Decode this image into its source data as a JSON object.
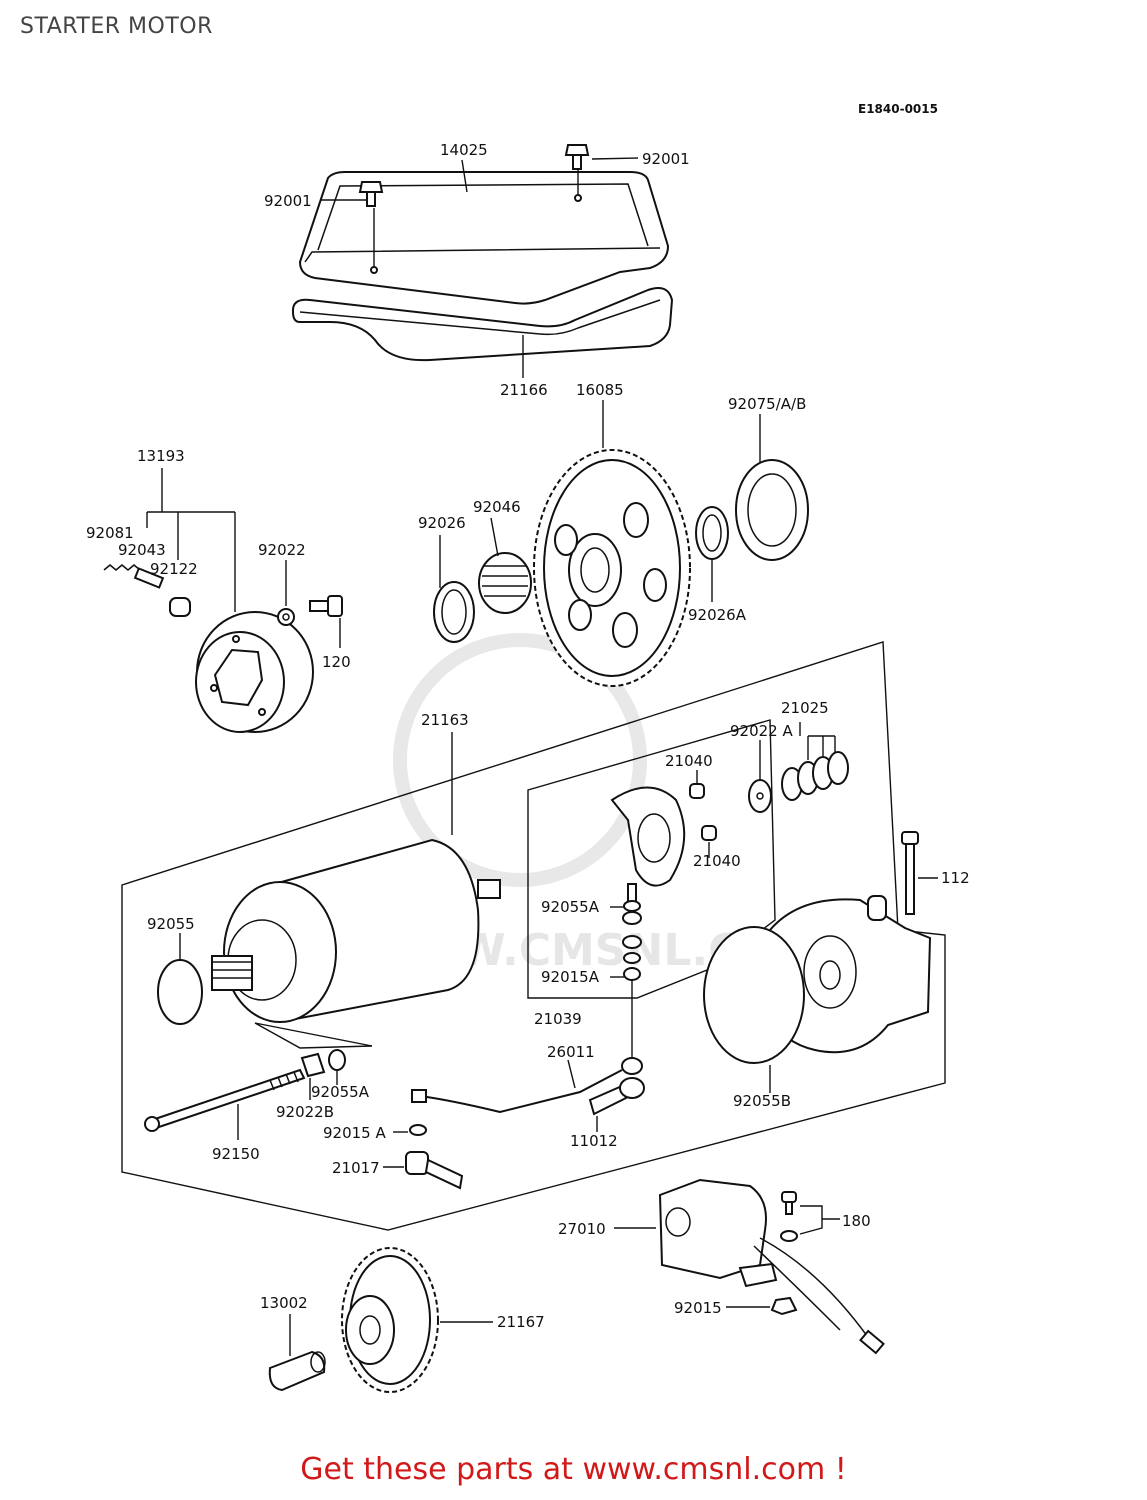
{
  "page": {
    "title": "STARTER MOTOR",
    "diagram_code": "E1840-0015",
    "footer": "Get these parts at www.cmsnl.com !"
  },
  "watermark": {
    "text": "WWW.CMSNL.COM"
  },
  "labels": {
    "p14025": "14025",
    "p92001_left": "92001",
    "p92001_right": "92001",
    "p21166": "21166",
    "p16085": "16085",
    "p92075": "92075/A/B",
    "p13193": "13193",
    "p92081": "92081",
    "p92043": "92043",
    "p92122": "92122",
    "p92022": "92022",
    "p120": "120",
    "p92026": "92026",
    "p92046": "92046",
    "p92026A": "92026A",
    "p21163": "21163",
    "p21025": "21025",
    "p92022A": "92022 A",
    "p21040_top": "21040",
    "p21040_bottom": "21040",
    "p112": "112",
    "p92055": "92055",
    "p92055A_mid": "92055A",
    "p92015A_mid": "92015A",
    "p21039": "21039",
    "p26011": "26011",
    "p92055A_low": "92055A",
    "p92022B": "92022B",
    "p92015A_low": "92015 A",
    "p11012": "11012",
    "p92055B": "92055B",
    "p92150": "92150",
    "p21017": "21017",
    "p27010": "27010",
    "p180": "180",
    "p92015": "92015",
    "p13002": "13002",
    "p21167": "21167"
  }
}
